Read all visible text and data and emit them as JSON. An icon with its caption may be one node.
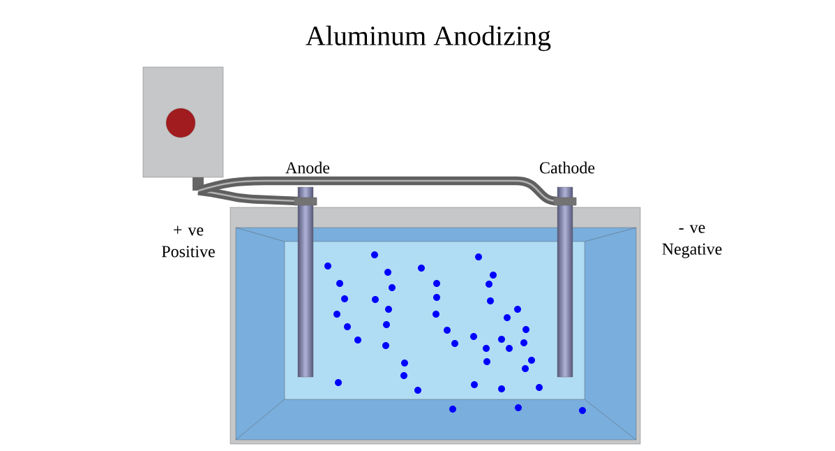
{
  "diagram": {
    "title": "Aluminum Anodizing",
    "nodes": [
      {
        "text": [],
        "shape": "box"
      },
      {
        "text": [
          "Anode"
        ]
      },
      {
        "text": [
          "Cathode"
        ]
      }
    ],
    "edges": [
      {
        "from": 0,
        "to": 1,
        "arrow": "none"
      },
      {
        "from": 0,
        "to": 2,
        "arrow": "none"
      }
    ],
    "labels": [
      "+ ve Positive",
      "- ve Negative"
    ]
  }
}
